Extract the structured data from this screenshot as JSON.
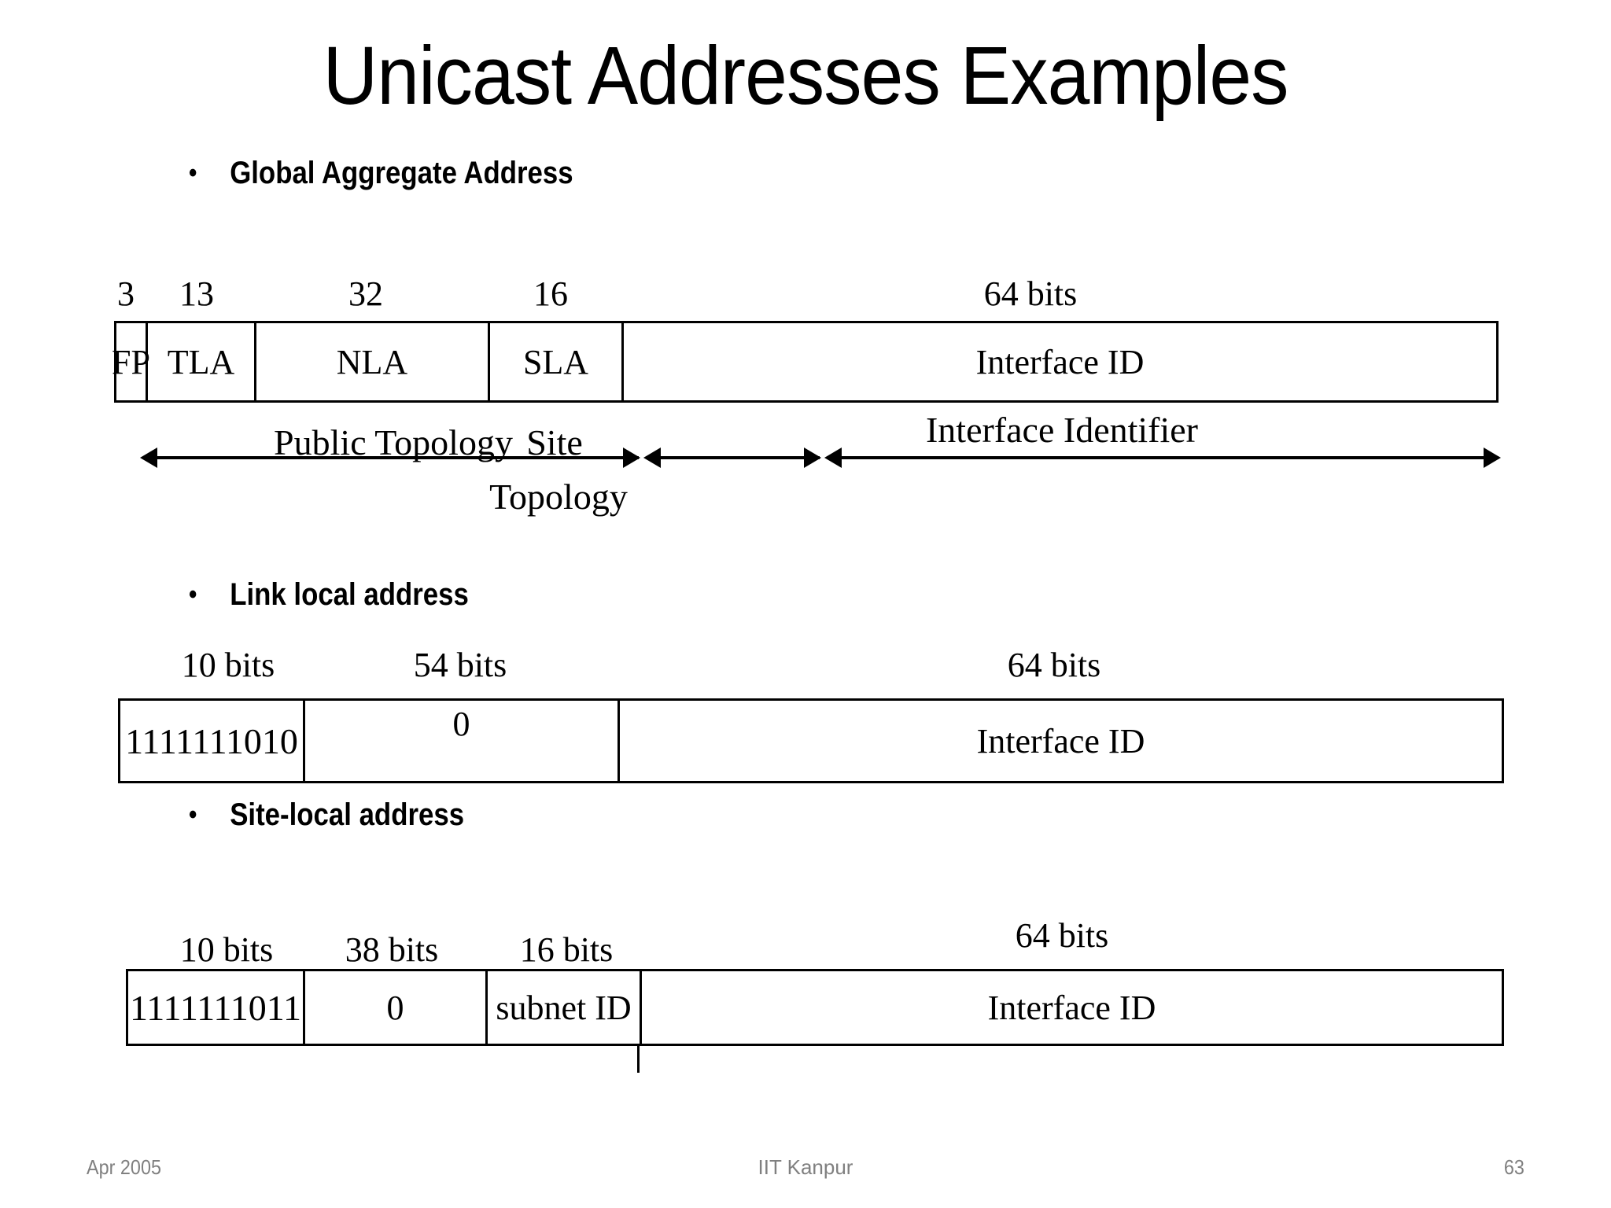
{
  "slide": {
    "title": "Unicast Addresses Examples",
    "page_number": "63"
  },
  "bullets": {
    "global": "Global Aggregate Address",
    "link_local": "Link local address",
    "site_local": "Site-local address",
    "marker": "•"
  },
  "global_aggregate": {
    "bit_labels": [
      "3",
      "13",
      "32",
      "16",
      "64 bits"
    ],
    "fields": [
      "FP",
      "TLA",
      "NLA",
      "SLA",
      "Interface ID"
    ],
    "spans": {
      "public_topology": "Public Topology",
      "site": "Site",
      "topology": "Topology",
      "interface_identifier": "Interface Identifier"
    }
  },
  "link_local": {
    "bit_labels": [
      "10 bits",
      "54 bits",
      "64 bits"
    ],
    "fields": [
      "1111111010",
      "0",
      "Interface ID"
    ]
  },
  "site_local": {
    "bit_labels": [
      "10 bits",
      "38 bits",
      "16 bits",
      "64 bits"
    ],
    "fields": [
      "1111111011",
      "0",
      "subnet ID",
      "Interface ID"
    ]
  },
  "footer": {
    "date": "Apr 2005",
    "organization": "IIT Kanpur",
    "page": "63"
  }
}
